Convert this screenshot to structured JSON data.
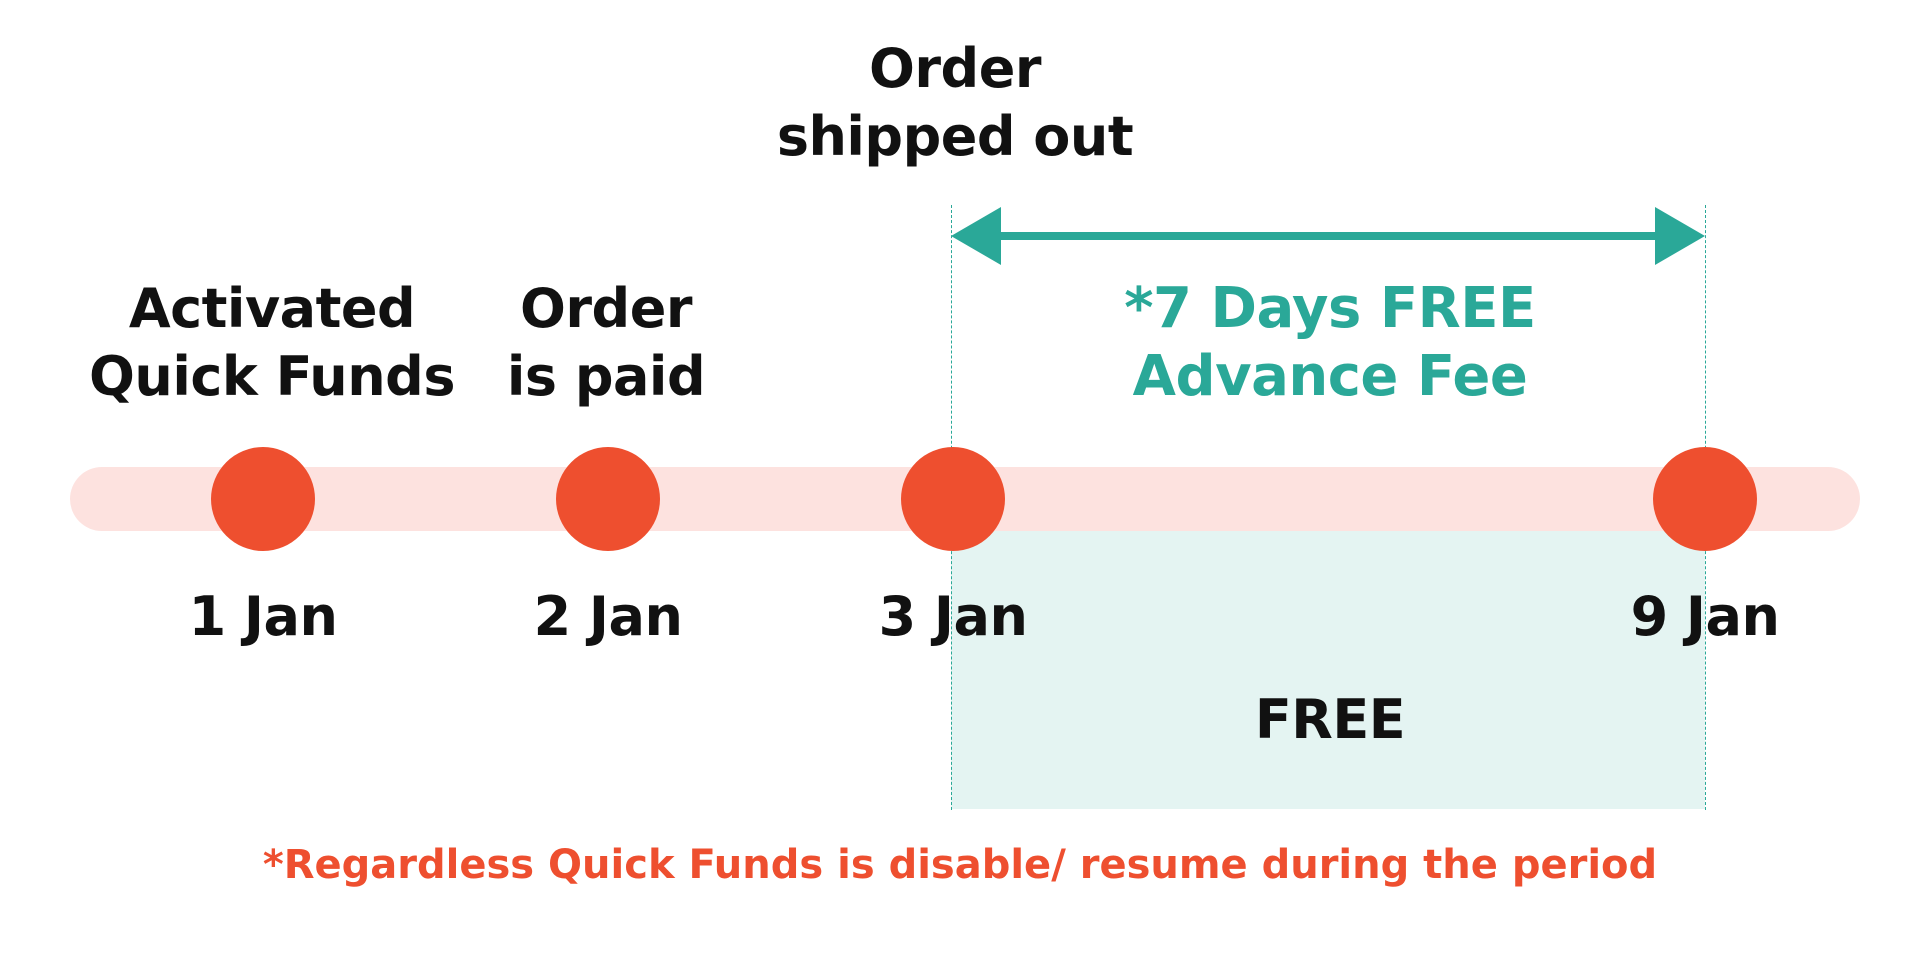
{
  "events": [
    {
      "lines": [
        "Activated",
        "Quick Funds"
      ]
    },
    {
      "lines": [
        "Order",
        "is paid"
      ]
    },
    {
      "lines": [
        "Order",
        "shipped out"
      ]
    }
  ],
  "dates": [
    "1 Jan",
    "2 Jan",
    "3 Jan",
    "9 Jan"
  ],
  "free_period": {
    "lines": [
      "*7 Days FREE",
      "Advance Fee"
    ],
    "zone_label": "FREE"
  },
  "note": "*Regardless Quick Funds is disable/ resume during the period",
  "colors": {
    "milestone": "#ee4f2f",
    "track": "#fde2df",
    "accent": "#2aa898",
    "free_zone": "#e4f4f2",
    "text": "#111111"
  }
}
